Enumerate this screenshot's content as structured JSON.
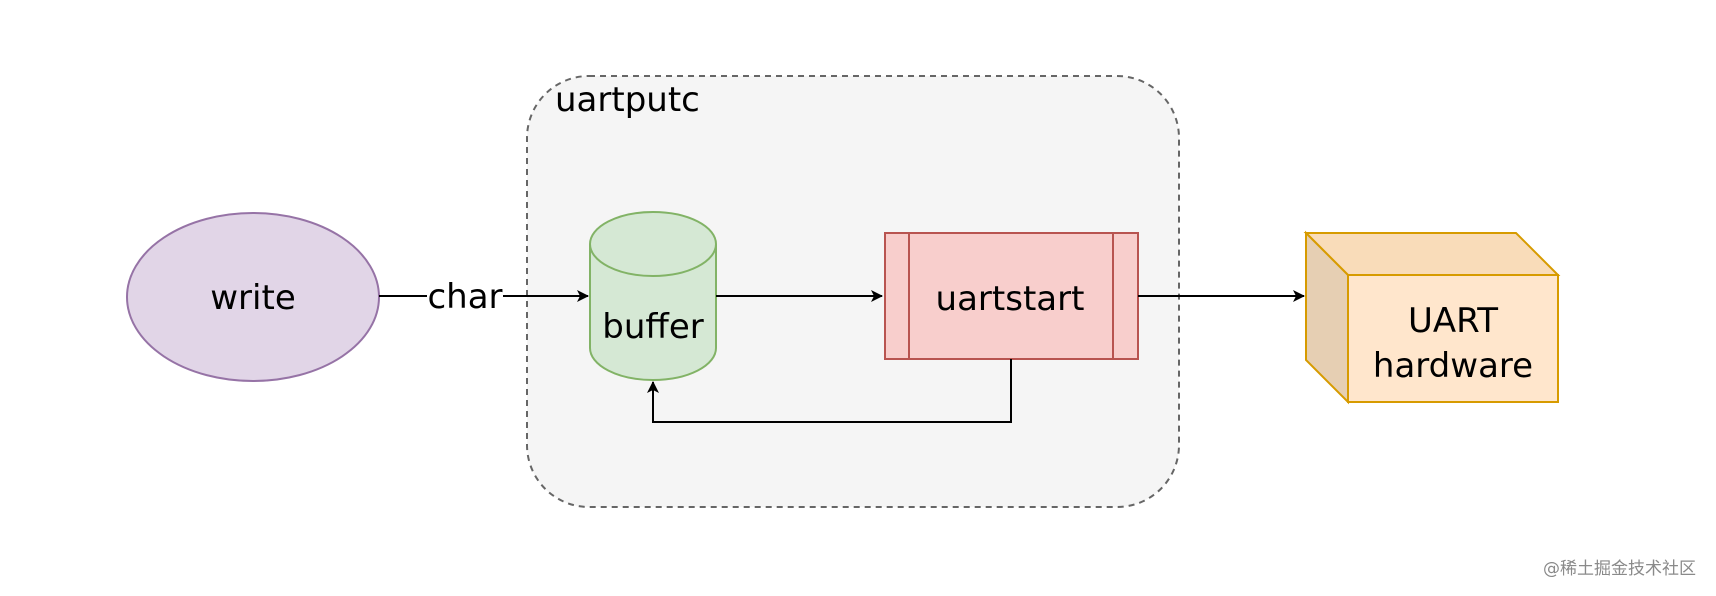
{
  "diagram": {
    "group_label": "uartputc",
    "nodes": {
      "write": "write",
      "buffer": "buffer",
      "uartstart": "uartstart",
      "hardware_line1": "UART",
      "hardware_line2": "hardware"
    },
    "edge_label": "char"
  },
  "watermark": "@稀土掘金技术社区",
  "colors": {
    "write_fill": "#e1d5e7",
    "write_stroke": "#9673a6",
    "buffer_fill": "#d5e8d4",
    "buffer_stroke": "#82b366",
    "uartstart_fill": "#f8cecc",
    "uartstart_stroke": "#b85450",
    "hardware_fill": "#ffe6cc",
    "hardware_stroke": "#d79b00",
    "group_fill": "#f5f5f5",
    "group_stroke": "#666666"
  }
}
